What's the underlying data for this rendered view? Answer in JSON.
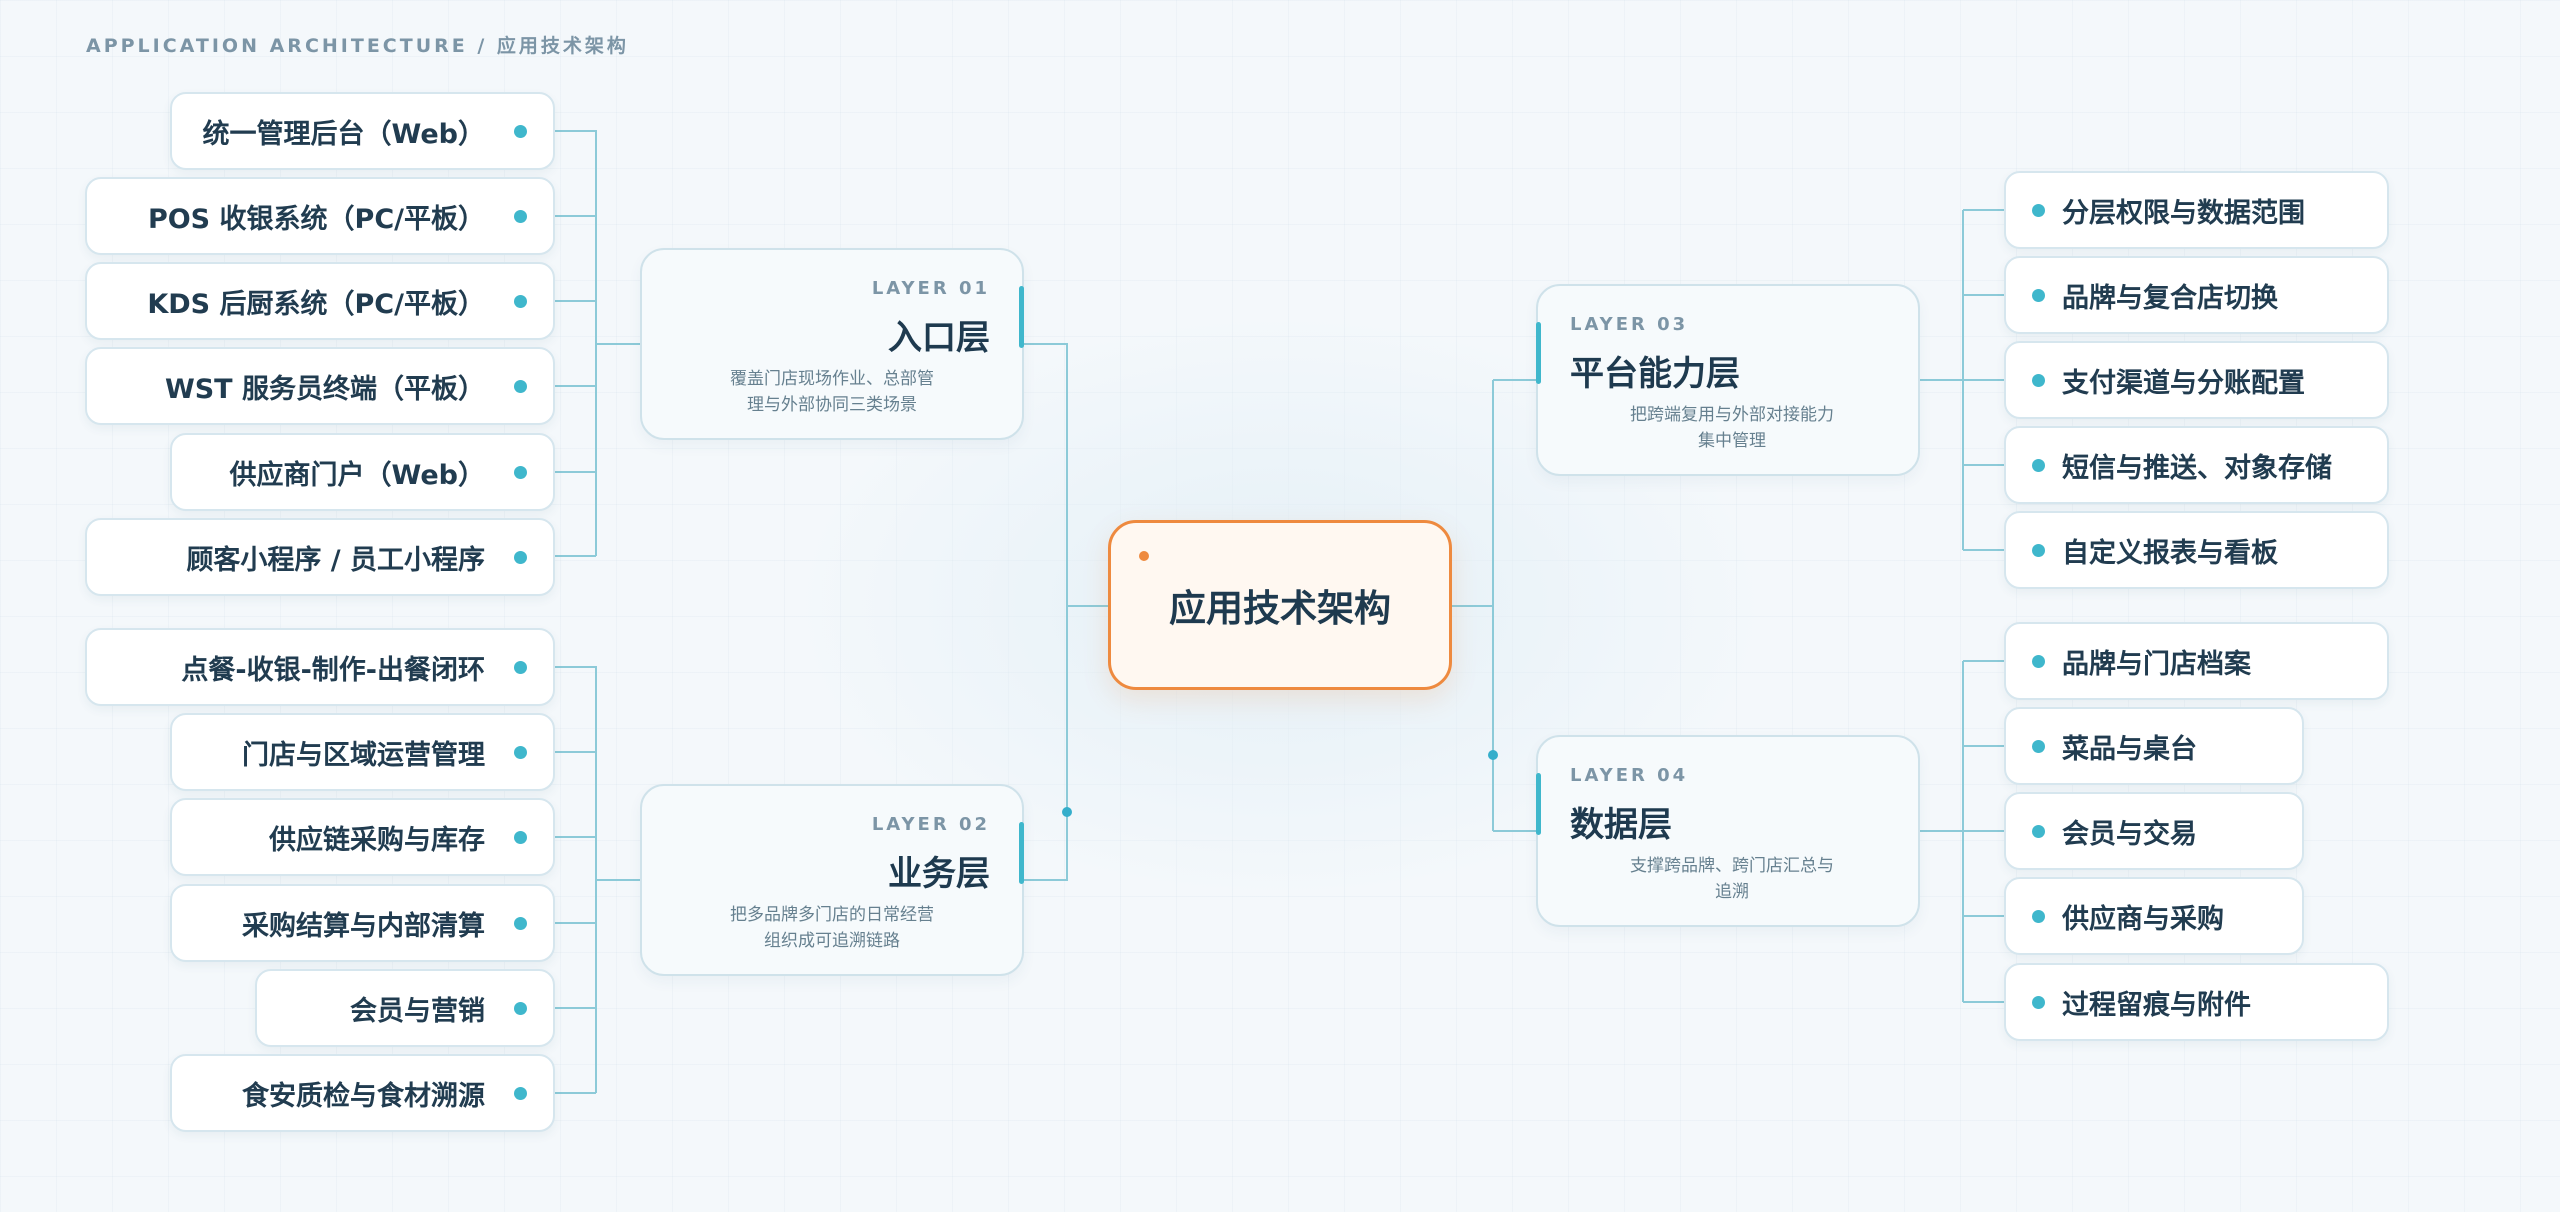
{
  "page_label": "APPLICATION ARCHITECTURE / 应用技术架构",
  "colors": {
    "accent": "#3fb7cc",
    "center_border": "#ee8a3f",
    "connector": "#8ccad8",
    "text": "#1e3a4f",
    "muted": "#7c95a6"
  },
  "center": {
    "label": "应用技术架构"
  },
  "layers": [
    {
      "tag": "LAYER 01",
      "name": "入口层",
      "desc": "覆盖门店现场作业、总部管理与外部协同三类场景",
      "items": [
        "统一管理后台（Web）",
        "POS 收银系统（PC/平板）",
        "KDS 后厨系统（PC/平板）",
        "WST 服务员终端（平板）",
        "供应商门户（Web）",
        "顾客小程序 / 员工小程序"
      ]
    },
    {
      "tag": "LAYER 02",
      "name": "业务层",
      "desc": "把多品牌多门店的日常经营组织成可追溯链路",
      "items": [
        "点餐-收银-制作-出餐闭环",
        "门店与区域运营管理",
        "供应链采购与库存",
        "采购结算与内部清算",
        "会员与营销",
        "食安质检与食材溯源"
      ]
    },
    {
      "tag": "LAYER 03",
      "name": "平台能力层",
      "desc": "把跨端复用与外部对接能力集中管理",
      "items": [
        "分层权限与数据范围",
        "品牌与复合店切换",
        "支付渠道与分账配置",
        "短信与推送、对象存储",
        "自定义报表与看板"
      ]
    },
    {
      "tag": "LAYER 04",
      "name": "数据层",
      "desc": "支撑跨品牌、跨门店汇总与追溯",
      "items": [
        "品牌与门店档案",
        "菜品与桌台",
        "会员与交易",
        "供应商与采购",
        "过程留痕与附件"
      ]
    }
  ]
}
